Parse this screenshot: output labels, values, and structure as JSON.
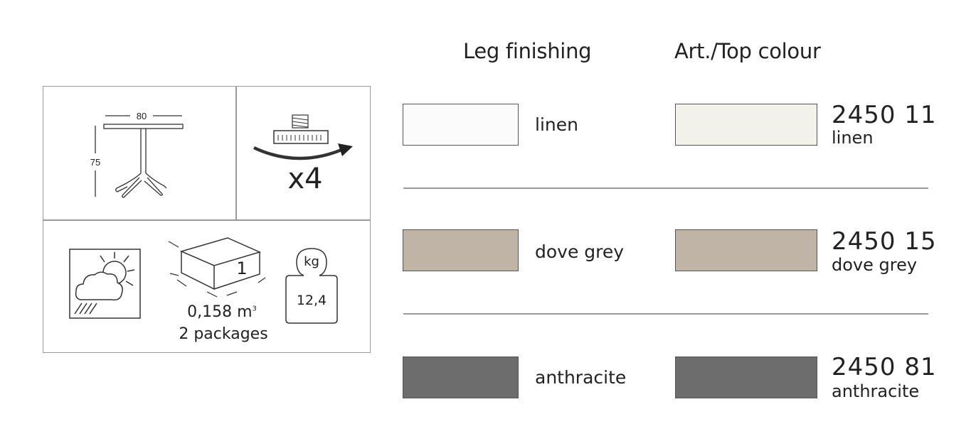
{
  "spec": {
    "width_dim": "80",
    "height_dim": "75",
    "quantity": "x4",
    "volume": "0,158 m",
    "volume_unit_sup": "3",
    "packages": "2 packages",
    "box_count": "1",
    "weight_unit": "kg",
    "weight_value": "12,4",
    "icons": [
      "table-dimension-icon",
      "glide-rotation-icon",
      "outdoor-weather-icon",
      "package-box-icon",
      "weight-icon"
    ]
  },
  "headings": {
    "leg": "Leg finishing",
    "art": "Art./Top colour"
  },
  "rows": [
    {
      "leg_color": "#fbfbfb",
      "leg_label": "linen",
      "top_color": "#f2f1ea",
      "code": "2450 11",
      "top_label": "linen"
    },
    {
      "leg_color": "#c0b4a6",
      "leg_label": "dove grey",
      "top_color": "#c0b4a6",
      "code": "2450 15",
      "top_label": "dove grey"
    },
    {
      "leg_color": "#6e6d6e",
      "leg_label": "anthracite",
      "top_color": "#6e6d6e",
      "code": "2450 81",
      "top_label": "anthracite"
    }
  ]
}
